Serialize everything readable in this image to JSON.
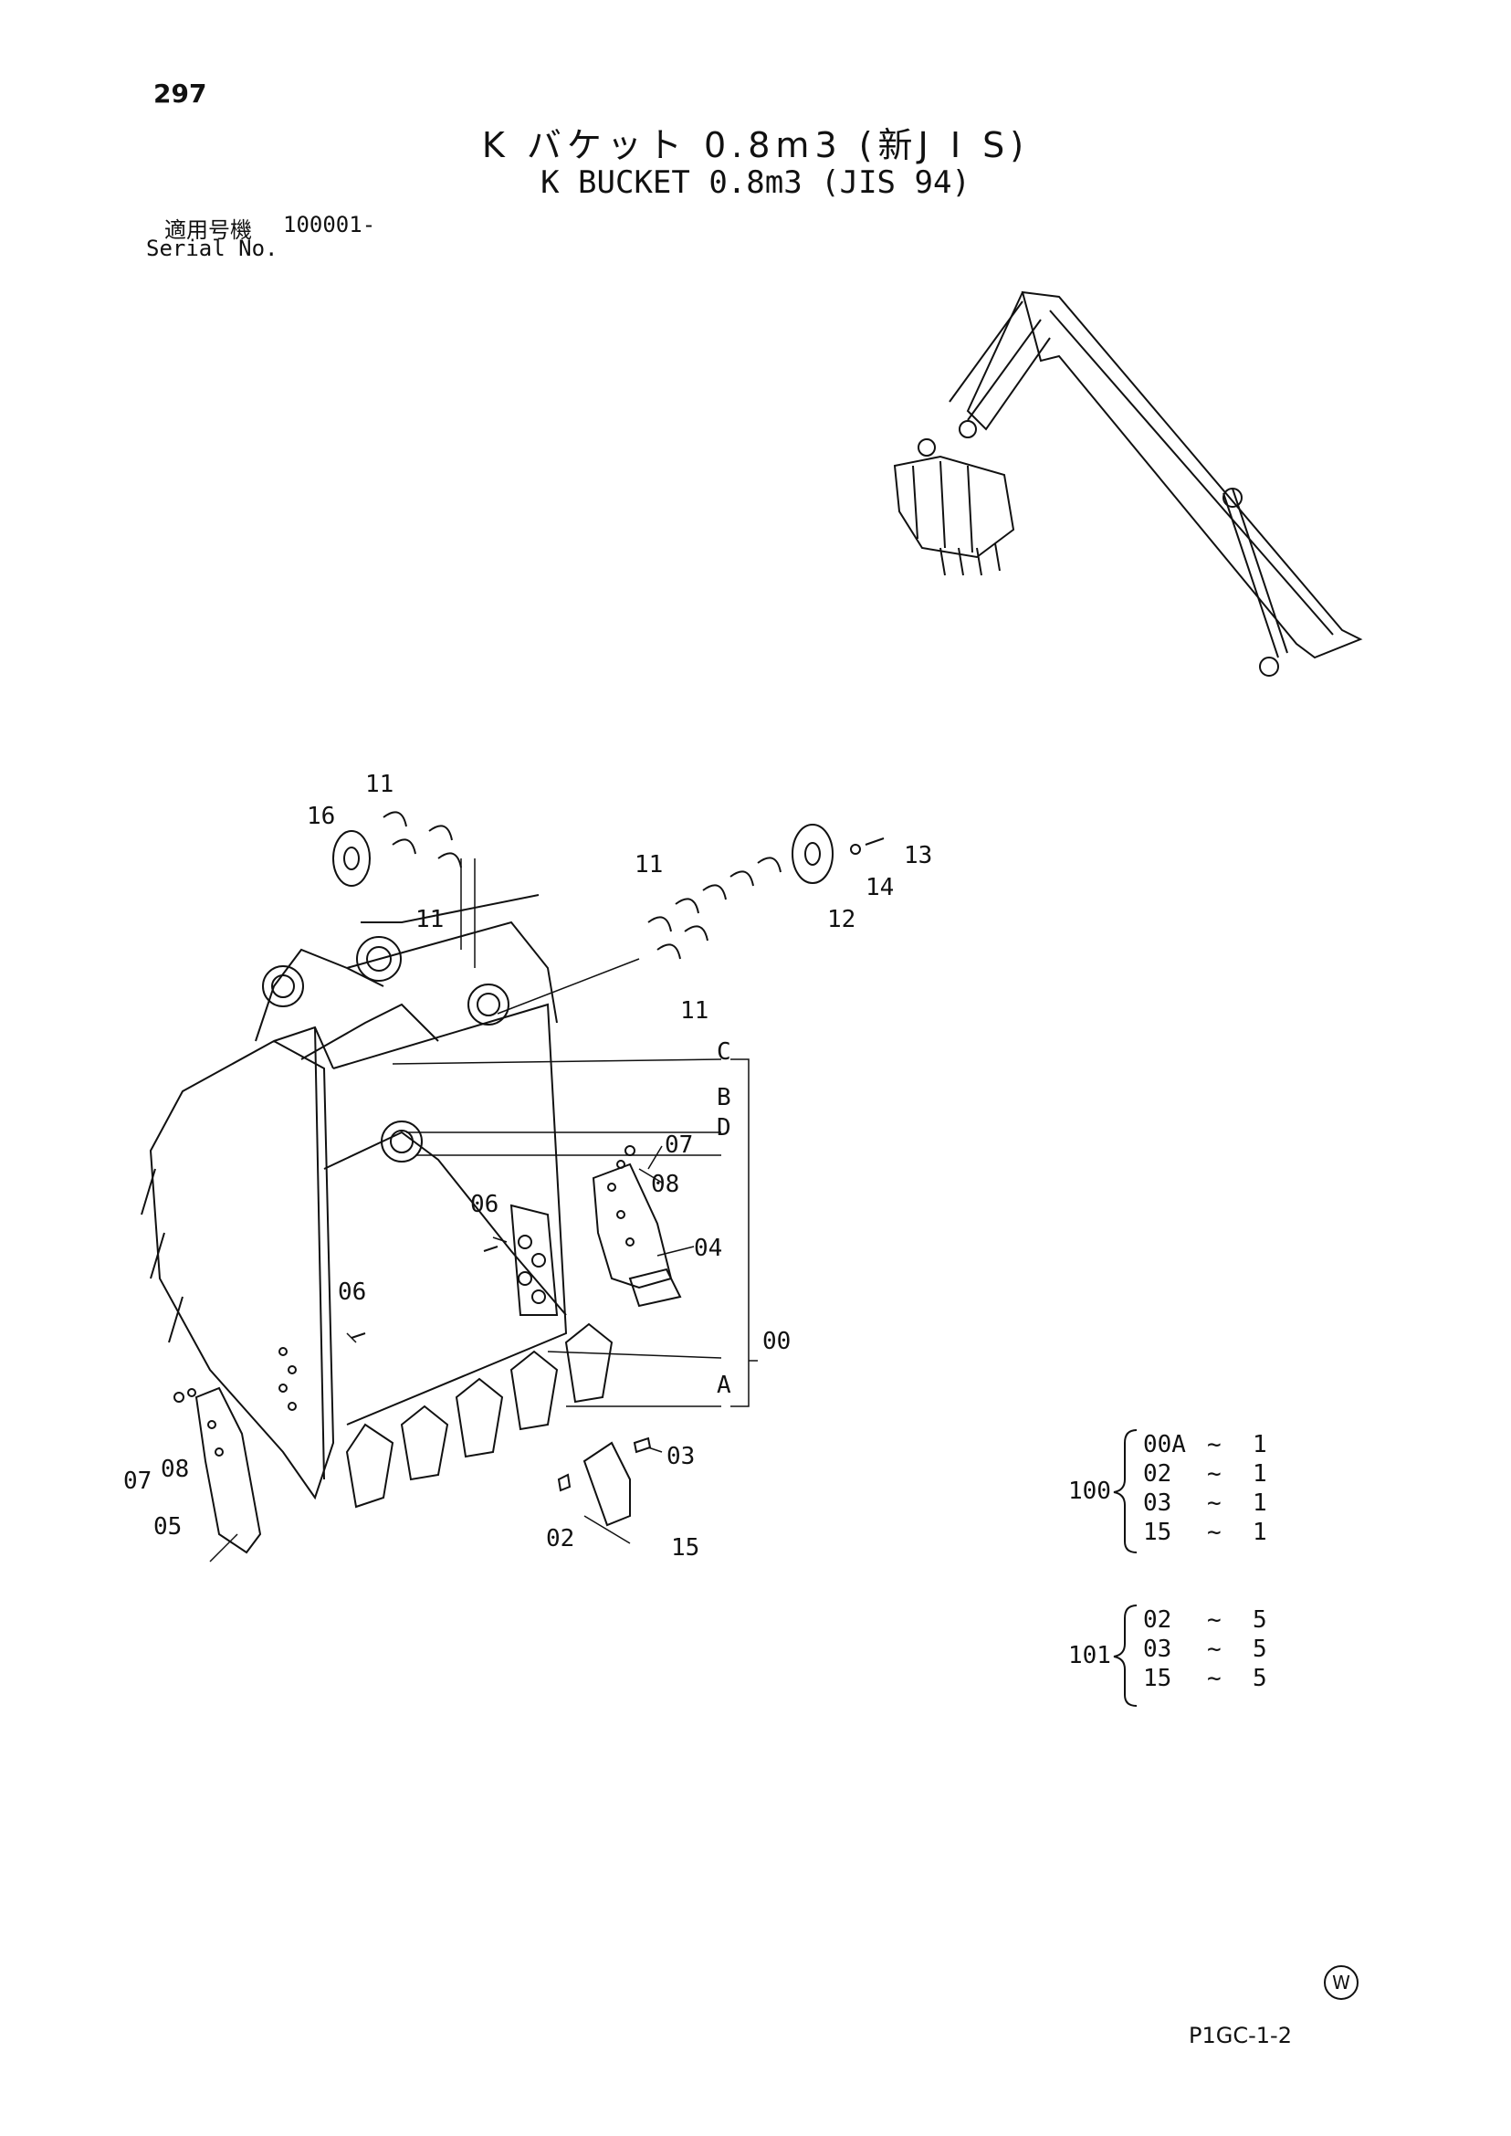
{
  "page_number": "297",
  "title_jp": "K バケット 0.8m3 (新J I S)",
  "title_en": "K BUCKET 0.8m3 (JIS 94)",
  "serial": {
    "label_jp": "適用号機",
    "value": "100001-",
    "label_en": "Serial No."
  },
  "callouts": {
    "c11a": "11",
    "c16": "16",
    "c11b": "11",
    "c11c": "11",
    "c11d": "11",
    "c13": "13",
    "c14": "14",
    "c12": "12",
    "cC": "C",
    "cB": "B",
    "cD": "D",
    "cA": "A",
    "c00": "00",
    "c07a": "07",
    "c08a": "08",
    "c04": "04",
    "c06a": "06",
    "c06b": "06",
    "c07b": "07",
    "c08b": "08",
    "c05": "05",
    "c02": "02",
    "c03": "03",
    "c15": "15"
  },
  "kits": [
    {
      "id": "100",
      "rows": [
        {
          "part": "00A",
          "sep": "~",
          "qty": "1"
        },
        {
          "part": "02",
          "sep": "~",
          "qty": "1"
        },
        {
          "part": "03",
          "sep": "~",
          "qty": "1"
        },
        {
          "part": "15",
          "sep": "~",
          "qty": "1"
        }
      ]
    },
    {
      "id": "101",
      "rows": [
        {
          "part": "02",
          "sep": "~",
          "qty": "5"
        },
        {
          "part": "03",
          "sep": "~",
          "qty": "5"
        },
        {
          "part": "15",
          "sep": "~",
          "qty": "5"
        }
      ]
    }
  ],
  "footer": {
    "mark": "W",
    "code": "P1GC-1-2"
  }
}
